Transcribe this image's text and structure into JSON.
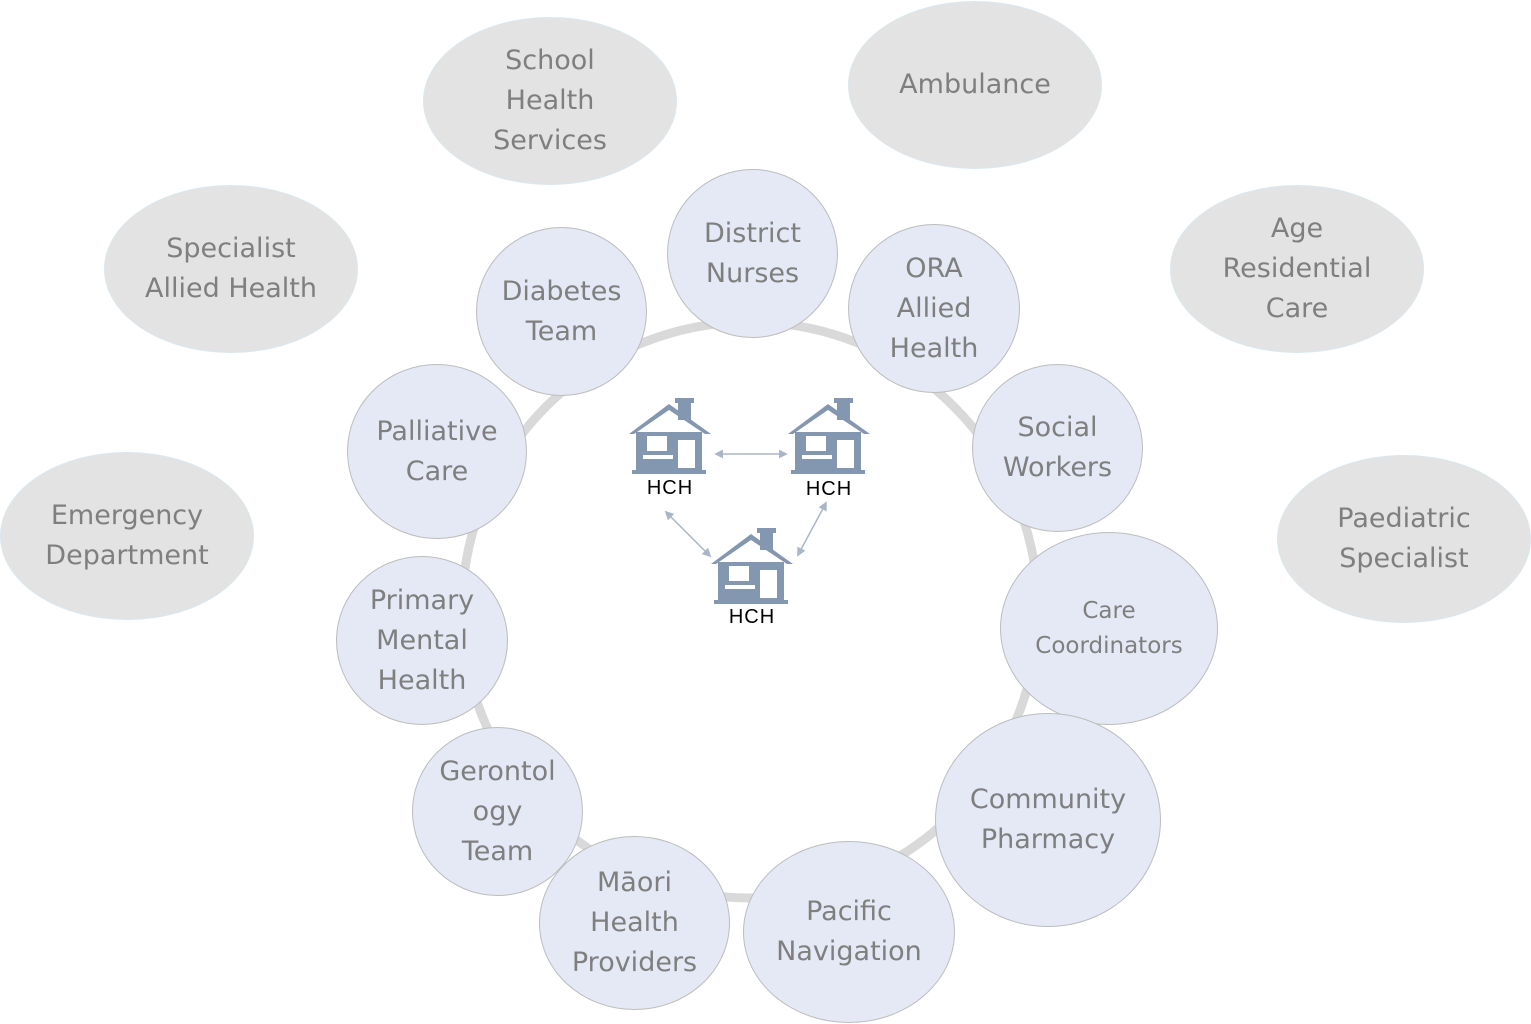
{
  "outer_services": [
    {
      "id": "school-health-services",
      "label": "School\nHealth\nServices"
    },
    {
      "id": "ambulance",
      "label": "Ambulance"
    },
    {
      "id": "specialist-allied-health",
      "label": "Specialist\nAllied Health"
    },
    {
      "id": "age-residential-care",
      "label": "Age\nResidential\nCare"
    },
    {
      "id": "emergency-department",
      "label": "Emergency\nDepartment"
    },
    {
      "id": "paediatric-specialist",
      "label": "Paediatric\nSpecialist"
    }
  ],
  "ring_services": [
    {
      "id": "district-nurses",
      "label": "District\nNurses"
    },
    {
      "id": "diabetes-team",
      "label": "Diabetes\nTeam"
    },
    {
      "id": "ora-allied-health",
      "label": "ORA\nAllied\nHealth"
    },
    {
      "id": "palliative-care",
      "label": "Palliative\nCare"
    },
    {
      "id": "social-workers",
      "label": "Social\nWorkers"
    },
    {
      "id": "primary-mental-health",
      "label": "Primary\nMental\nHealth"
    },
    {
      "id": "care-coordinators",
      "label": "Care\nCoordinators"
    },
    {
      "id": "gerontology-team",
      "label": "Gerontol\nogy\nTeam"
    },
    {
      "id": "community-pharmacy",
      "label": "Community\nPharmacy"
    },
    {
      "id": "maori-health-providers",
      "label": "Māori\nHealth\nProviders"
    },
    {
      "id": "pacific-navigation",
      "label": "Pacific\nNavigation"
    }
  ],
  "hubs": [
    {
      "id": "hch-left",
      "label": "HCH"
    },
    {
      "id": "hch-right",
      "label": "HCH"
    },
    {
      "id": "hch-bottom",
      "label": "HCH"
    }
  ],
  "colors": {
    "outer_fill": "#e3e3e3",
    "inner_fill": "#e4e9f5",
    "ring": "#d9d9d9",
    "house": "#8497b0",
    "text": "#7f7f7f"
  }
}
